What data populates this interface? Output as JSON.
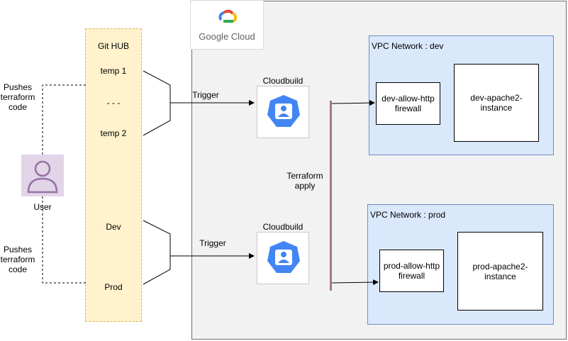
{
  "diagram": {
    "provider": {
      "logo_text": "Google Cloud",
      "brand_colors": [
        "#4285F4",
        "#EA4335",
        "#FBBC05",
        "#34A853"
      ]
    },
    "github": {
      "title": "Git HUB",
      "items": [
        "temp 1",
        "- - -",
        "temp 2",
        "Dev",
        "Prod"
      ]
    },
    "user": {
      "label": "User"
    },
    "pushes_label_top": [
      "Pushes",
      "terraform",
      "code"
    ],
    "pushes_label_bottom": [
      "Pushes",
      "terraform",
      "code"
    ],
    "trigger_top": "Trigger",
    "trigger_bottom": "Trigger",
    "cloudbuild_top": "Cloudbuild",
    "cloudbuild_bottom": "Cloudbuild",
    "terraform_apply": [
      "Terraform",
      "apply"
    ],
    "vpc_dev": {
      "title": "VPC Network : dev",
      "firewall": [
        "dev-allow-http",
        "firewall"
      ],
      "instance": [
        "dev-apache2-",
        "instance"
      ]
    },
    "vpc_prod": {
      "title": "VPC Network : prod",
      "firewall": [
        "prod-allow-http",
        "firewall"
      ],
      "instance": [
        "prod-apache2-",
        "instance"
      ]
    },
    "colors": {
      "github_fill": "#fff2cc",
      "github_border": "#d6b656",
      "vpc_fill": "#dae8fc",
      "vpc_border": "#6c8ebf",
      "user_fill": "#e1d5e7",
      "user_stroke": "#9673a6",
      "cloudbuild_blue": "#4285F4",
      "panel_fill": "#f2f2f2"
    }
  }
}
